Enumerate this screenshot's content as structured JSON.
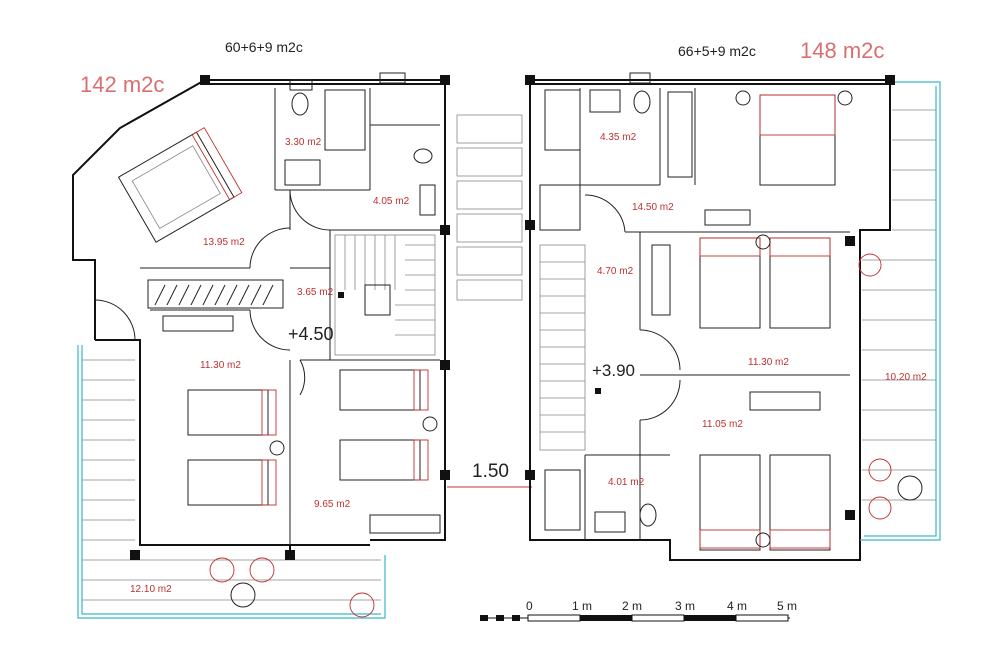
{
  "totals": {
    "left_area": "142 m2c",
    "right_area": "148 m2c",
    "left_breakdown": "60+6+9 m2c",
    "right_breakdown": "66+5+9 m2c"
  },
  "levels": {
    "left": "+4.50",
    "right": "+3.90",
    "gap": "1.50"
  },
  "rooms_left": [
    {
      "id": "bath-left",
      "area": "3.30 m2"
    },
    {
      "id": "wc-left",
      "area": "4.05 m2"
    },
    {
      "id": "master-left",
      "area": "13.95 m2"
    },
    {
      "id": "hall-left",
      "area": "3.65 m2"
    },
    {
      "id": "bed2-left",
      "area": "11.30 m2"
    },
    {
      "id": "bed3-left",
      "area": "9.65 m2"
    },
    {
      "id": "terrace-left",
      "area": "12.10 m2"
    }
  ],
  "rooms_right": [
    {
      "id": "bath-right",
      "area": "4.35 m2"
    },
    {
      "id": "master-right",
      "area": "14.50 m2"
    },
    {
      "id": "hall-right",
      "area": "4.70 m2"
    },
    {
      "id": "bed2-right",
      "area": "11.30 m2"
    },
    {
      "id": "bed3-right",
      "area": "11.05 m2"
    },
    {
      "id": "wc-right",
      "area": "4.01 m2"
    },
    {
      "id": "terrace-right",
      "area": "10.20 m2"
    }
  ],
  "scale_bar": {
    "labels": [
      "0",
      "1 m",
      "2 m",
      "3 m",
      "4 m",
      "5 m"
    ]
  },
  "colors": {
    "wall": "#111111",
    "room_label": "#c03030",
    "area_total": "#d87070",
    "terrace_edge": "#39b7c8"
  }
}
